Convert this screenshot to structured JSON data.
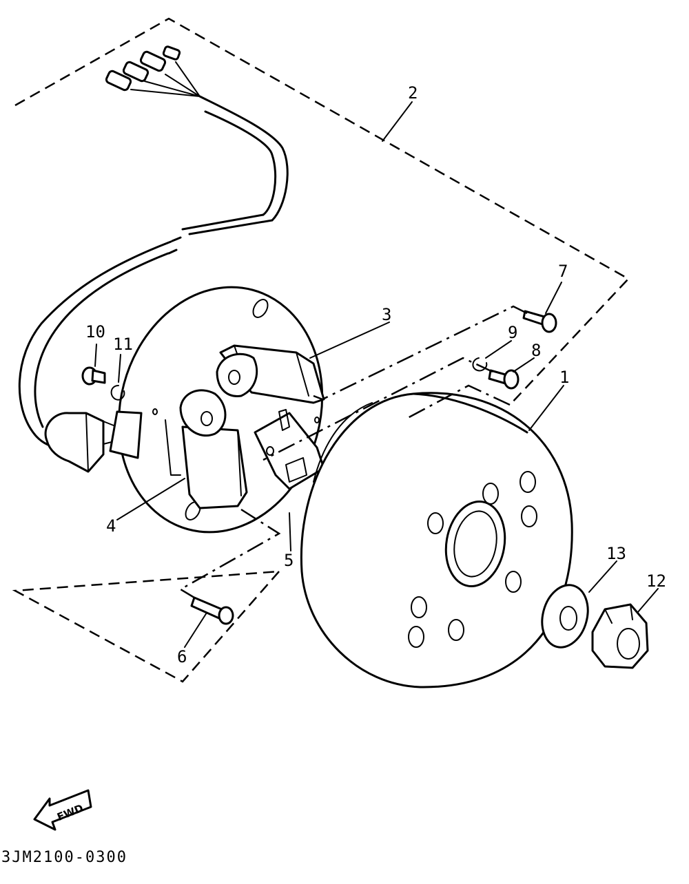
{
  "diagram": {
    "callouts": [
      {
        "id": "1",
        "label": "1"
      },
      {
        "id": "2",
        "label": "2"
      },
      {
        "id": "3",
        "label": "3"
      },
      {
        "id": "4",
        "label": "4"
      },
      {
        "id": "5",
        "label": "5"
      },
      {
        "id": "6",
        "label": "6"
      },
      {
        "id": "7",
        "label": "7"
      },
      {
        "id": "8",
        "label": "8"
      },
      {
        "id": "9",
        "label": "9"
      },
      {
        "id": "10",
        "label": "10"
      },
      {
        "id": "11",
        "label": "11"
      },
      {
        "id": "12",
        "label": "12"
      },
      {
        "id": "13",
        "label": "13"
      }
    ],
    "fwd_label": "FWD",
    "drawing_code": "3JM2100-0300"
  }
}
